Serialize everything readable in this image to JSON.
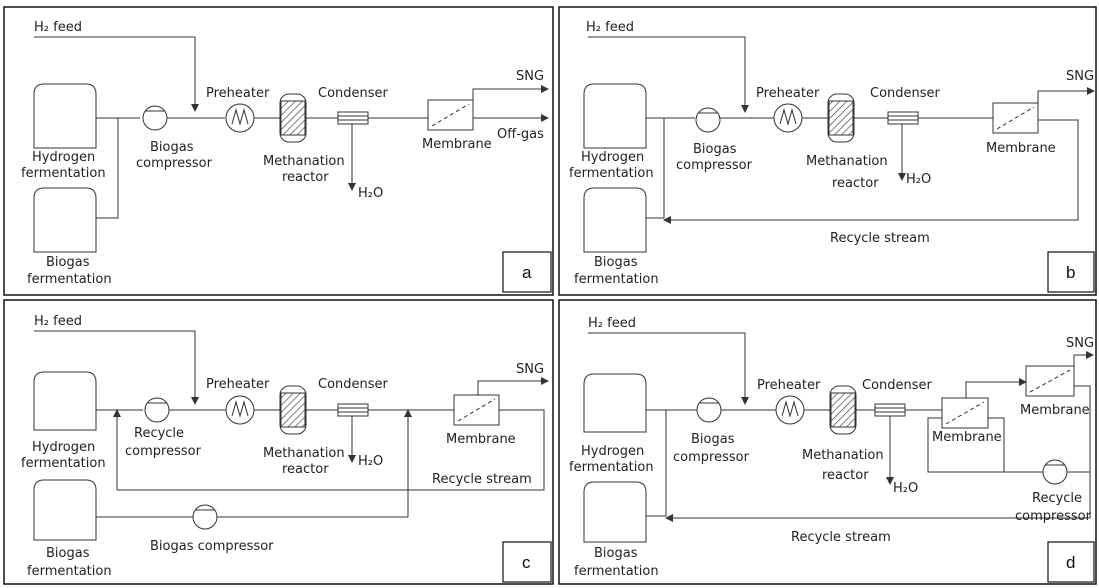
{
  "panels": {
    "a": {
      "tag": "a",
      "h2_feed": "H₂ feed",
      "hydrogen_fermentation": [
        "Hydrogen",
        "fermentation"
      ],
      "biogas_fermentation": [
        "Biogas",
        "fermentation"
      ],
      "compressor": [
        "Biogas",
        "compressor"
      ],
      "preheater": "Preheater",
      "reactor": [
        "Methanation",
        "reactor"
      ],
      "condenser": "Condenser",
      "water": "H₂O",
      "membrane": "Membrane",
      "sng": "SNG",
      "offgas": "Off-gas"
    },
    "b": {
      "tag": "b",
      "h2_feed": "H₂ feed",
      "hydrogen_fermentation": [
        "Hydrogen",
        "fermentation"
      ],
      "biogas_fermentation": [
        "Biogas",
        "fermentation"
      ],
      "compressor": [
        "Biogas",
        "compressor"
      ],
      "preheater": "Preheater",
      "reactor": [
        "Methanation",
        "reactor"
      ],
      "condenser": "Condenser",
      "water": "H₂O",
      "membrane": "Membrane",
      "sng": "SNG",
      "recycle": "Recycle stream"
    },
    "c": {
      "tag": "c",
      "h2_feed": "H₂ feed",
      "hydrogen_fermentation": [
        "Hydrogen",
        "fermentation"
      ],
      "biogas_fermentation": [
        "Biogas",
        "fermentation"
      ],
      "compressor": [
        "Recycle",
        "compressor"
      ],
      "biogas_compressor": "Biogas compressor",
      "preheater": "Preheater",
      "reactor": [
        "Methanation",
        "reactor"
      ],
      "condenser": "Condenser",
      "water": "H₂O",
      "membrane": "Membrane",
      "sng": "SNG",
      "recycle": "Recycle stream"
    },
    "d": {
      "tag": "d",
      "h2_feed": "H₂ feed",
      "hydrogen_fermentation": [
        "Hydrogen",
        "fermentation"
      ],
      "biogas_fermentation": [
        "Biogas",
        "fermentation"
      ],
      "compressor": [
        "Biogas",
        "compressor"
      ],
      "preheater": "Preheater",
      "reactor": [
        "Methanation",
        "reactor"
      ],
      "condenser": "Condenser",
      "water": "H₂O",
      "membrane1": "Membrane",
      "membrane2": "Membrane",
      "sng": "SNG",
      "recycle_compressor": [
        "Recycle",
        "compressor"
      ],
      "recycle": "Recycle stream"
    }
  }
}
